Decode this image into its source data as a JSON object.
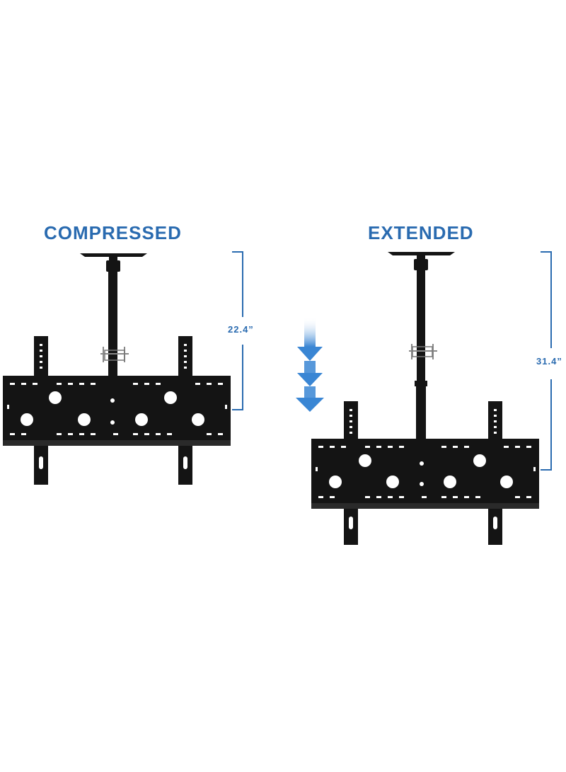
{
  "panels": {
    "compressed": {
      "title": "COMPRESSED",
      "dimension": "22.4”"
    },
    "extended": {
      "title": "EXTENDED",
      "dimension": "31.4”"
    }
  },
  "colors": {
    "accent": "#2a6bb0",
    "arrow": "#3a86d4",
    "mount": "#141414"
  },
  "icons": {
    "direction": "down-arrows-icon"
  }
}
